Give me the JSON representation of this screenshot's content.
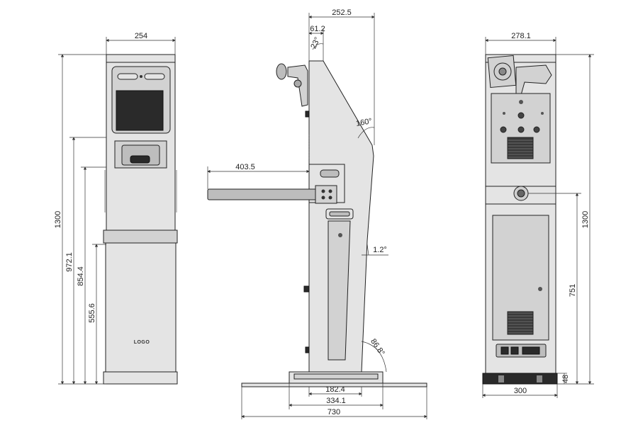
{
  "front_view": {
    "width_label": "254",
    "height_labels": [
      "1300",
      "972.1",
      "854.4",
      "555.6"
    ],
    "logo_text": "LOGO"
  },
  "side_view": {
    "top_width": "252.5",
    "top_offset": "61.2",
    "top_angle": "23°",
    "screen_angle": "160°",
    "arm_length": "403.5",
    "tilt_angle": "1.2°",
    "base_angle": "86.8°",
    "base_widths": [
      "182.4",
      "334.1",
      "730"
    ]
  },
  "back_view": {
    "width_label": "278.1",
    "height_labels": [
      "1300",
      "751",
      "48"
    ],
    "base_width": "300"
  }
}
